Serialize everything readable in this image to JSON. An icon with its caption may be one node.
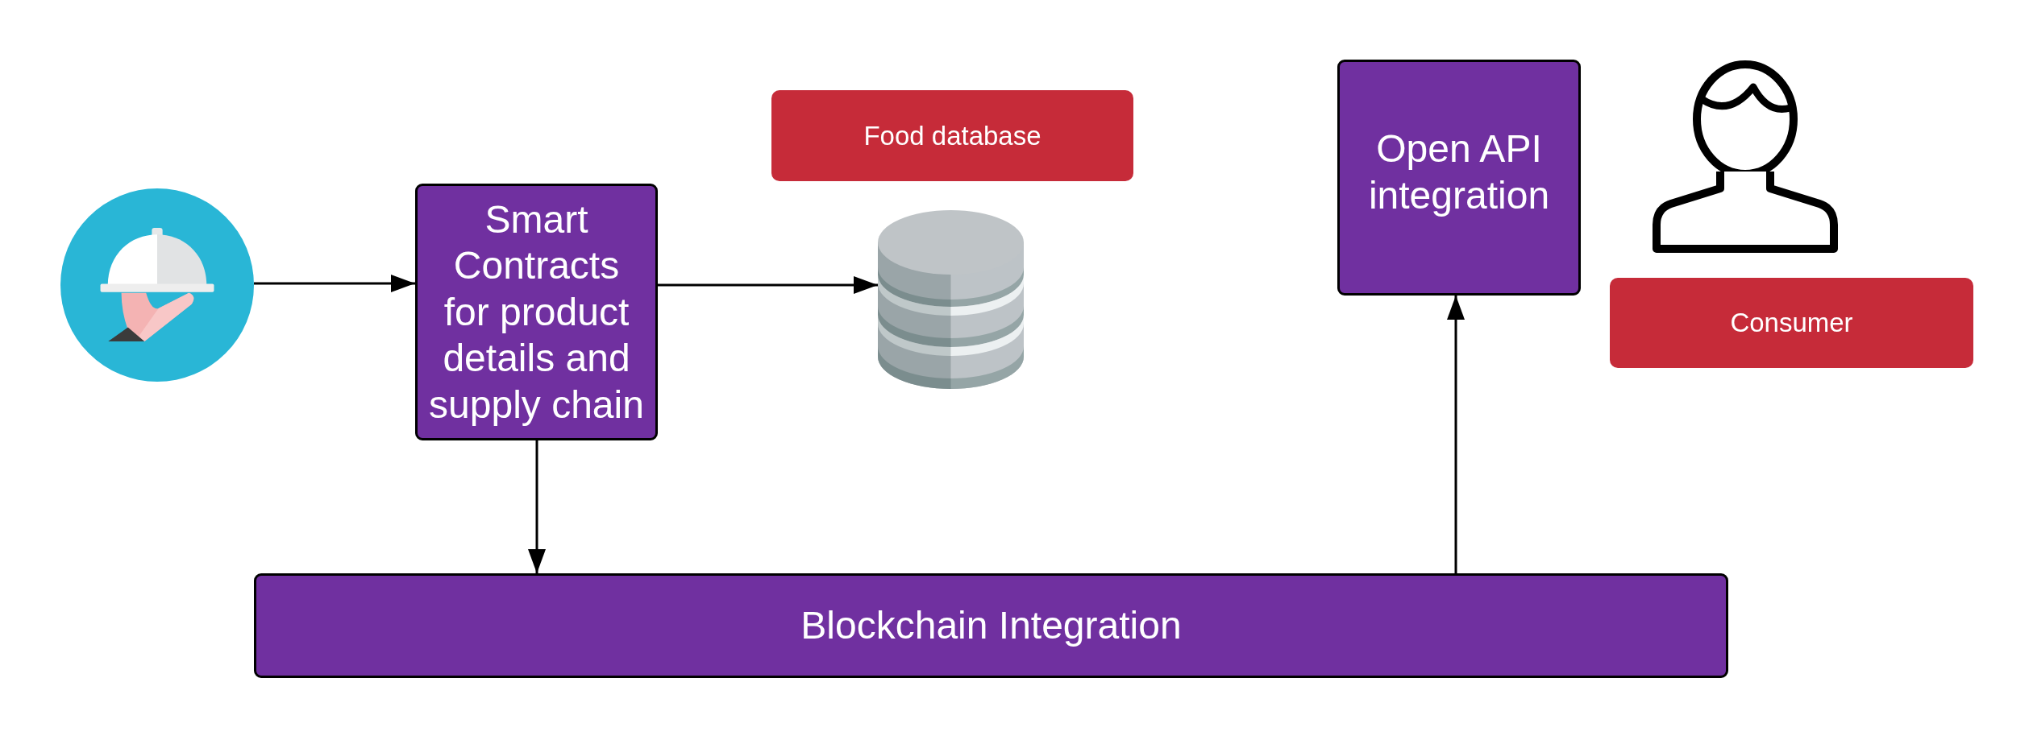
{
  "diagram": {
    "nodes": [
      {
        "text": [],
        "shape": "picture"
      },
      {
        "text": [
          "Smart Contracts for product details and supply chain"
        ]
      },
      {
        "text": [
          "Food database"
        ]
      },
      {
        "text": [],
        "shape": "cylinder"
      },
      {
        "text": [
          "Open API integration"
        ]
      },
      {
        "text": [
          "Consumer"
        ]
      },
      {
        "text": [
          "Blockchain Integration"
        ]
      }
    ],
    "edges": [
      {
        "from": 0,
        "to": 1,
        "arrow": "to"
      },
      {
        "from": 1,
        "to": 3,
        "arrow": "to"
      },
      {
        "from": 1,
        "to": 6,
        "arrow": "to"
      },
      {
        "from": 6,
        "to": 4,
        "arrow": "to"
      }
    ]
  }
}
